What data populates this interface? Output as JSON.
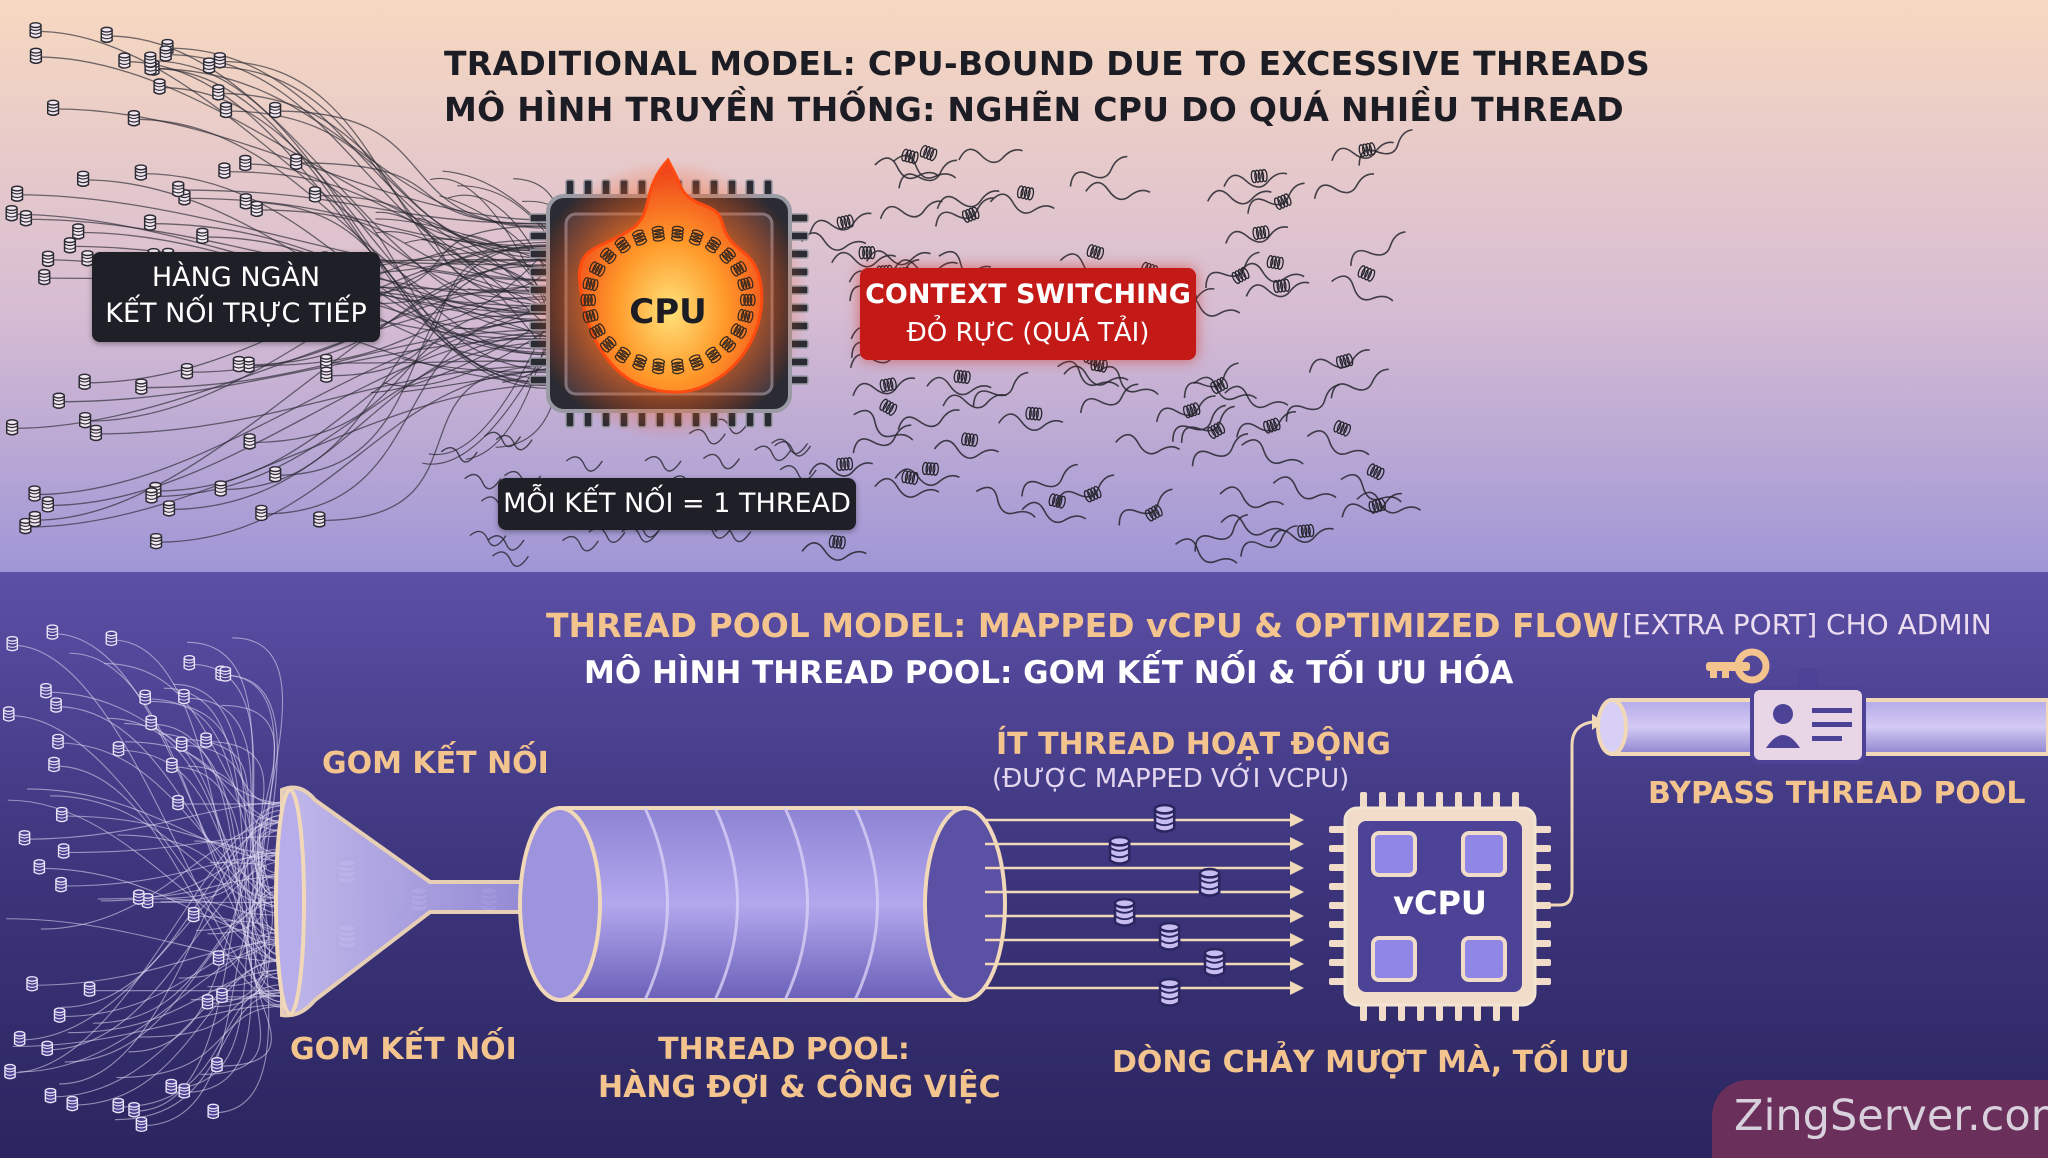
{
  "top": {
    "title_line1": "TRADITIONAL MODEL: CPU-BOUND DUE TO EXCESSIVE THREADS",
    "title_line2": "MÔ HÌNH TRUYỀN THỐNG: NGHẼN CPU DO QUÁ NHIỀU THREAD",
    "connections_line1": "HÀNG NGÀN",
    "connections_line2": "KẾT NỐI TRỰC TIẾP",
    "cpu_label": "CPU",
    "context_line1": "CONTEXT SWITCHING",
    "context_line2": "ĐỎ RỰC (QUÁ TẢI)",
    "per_connection": "MỖI KẾT NỐI = 1 THREAD"
  },
  "bottom": {
    "title_line1": "THREAD POOL MODEL: MAPPED vCPU & OPTIMIZED FLOW",
    "title_line2": "MÔ HÌNH THREAD POOL: GOM KẾT NỐI & TỐI ƯU HÓA",
    "gather_top": "GOM KẾT NỐI",
    "gather_bottom": "GOM KẾT NỐI",
    "pool_line1": "THREAD POOL:",
    "pool_line2": "HÀNG ĐỢI & CÔNG VIỆC",
    "few_threads": "ÍT THREAD HOẠT ĐỘNG",
    "mapped": "(ĐƯỢC MAPPED VỚI VCPU)",
    "vcpu_label": "vCPU",
    "flow": "DÒNG CHẢY MƯỢT MÀ, TỐI ƯU",
    "extra_port": "[EXTRA PORT] CHO ADMIN",
    "bypass": "BYPASS THREAD POOL"
  },
  "brand": "ZingServer.com",
  "colors": {
    "top_bg_start": "#f6d7c1",
    "top_bg_end": "#a89ed8",
    "bottom_bg": "#3b3478",
    "accent_gold": "#f3c48e",
    "alert_red": "#c31a18",
    "flame_orange": "#ff7a1a"
  }
}
